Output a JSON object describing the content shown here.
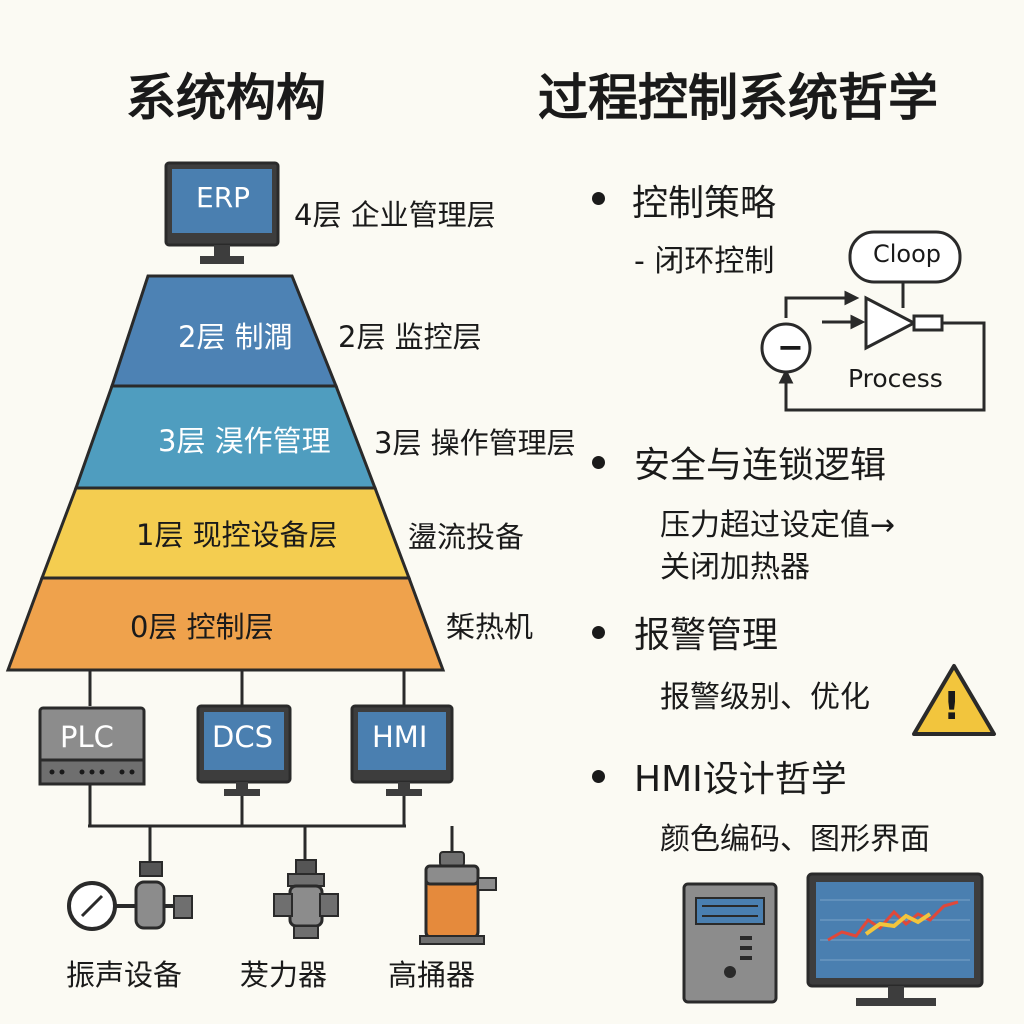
{
  "left_title": "系统构构",
  "right_title": "过程控制系统哲学",
  "erp": {
    "screen_label": "ERP",
    "side_label": "4层 企业管理层"
  },
  "pyramid": [
    {
      "inner": "2层 制澗",
      "side": "2层 监控层",
      "color": "#4d82b4"
    },
    {
      "inner": "3层 淏作管理",
      "side": "3层 操作管理层",
      "color": "#4f9dbf"
    },
    {
      "inner": "1层 现控设备层",
      "side": "盪流投备",
      "color": "#f4cd50"
    },
    {
      "inner": "0层 控制层",
      "side": "椞热机",
      "color": "#efa24c"
    }
  ],
  "controllers": {
    "plc": "PLC",
    "dcs": "DCS",
    "hmi": "HMI"
  },
  "field_devices": {
    "device1": "振声设备",
    "device2": "茇力器",
    "device3": "高捅器"
  },
  "right": {
    "control_strategy": "控制策略",
    "closed_loop": "- 闭环控制",
    "loop_label": "Cloop",
    "process_label": "Process",
    "minus_sign": "−",
    "safety": "安全与连锁逻辑",
    "safety_line1": "压力超过设定值→",
    "safety_line2": "关闭加热器",
    "alarm": "报警管理",
    "alarm_sub": "报警级别、优化",
    "warning_mark": "!",
    "hmi": "HMI设计哲学",
    "hmi_sub": "颜色编码、图形界面"
  },
  "colors": {
    "blue_screen": "#4a7fb0",
    "panel_gray": "#8c8c8c",
    "warning_yellow": "#f2c53d",
    "tank_orange": "#e58a3c"
  }
}
